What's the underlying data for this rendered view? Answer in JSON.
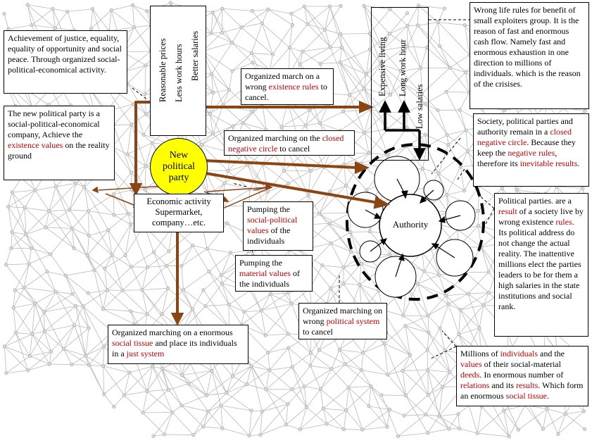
{
  "colors": {
    "arrow": "#8b4513",
    "highlight": "#cc0000",
    "party": "#ffff00",
    "network": "#b9b9b9"
  },
  "top_left_box": {
    "text": "Achievement of justice, equality, equality of opportunity and social peace. Through organized social-political-economical activity."
  },
  "new_party_box": {
    "p1": "The new political party is a social-political-economical company, Achieve the ",
    "r1": "existence values",
    "p2": " on the reality ground"
  },
  "benefits": {
    "b1": "Reasonable prices",
    "b2": "Less work hours",
    "b3": "Better salaries"
  },
  "march_rules": {
    "p1": "Organized march on a wrong ",
    "r1": "existence rules",
    "p2": " to cancel."
  },
  "march_circle": {
    "p1": "Organized marching on the ",
    "r1": "closed negative circle",
    "p2": " to cancel"
  },
  "party_circle": {
    "label": "New political party"
  },
  "economic_box": {
    "line1": "Economic activity",
    "line2": "Supermarket,",
    "line3": "company…etc."
  },
  "pump_social": {
    "p1": "Pumping the ",
    "r1": "social-political values",
    "p2": " of the individuals"
  },
  "pump_material": {
    "p1": "Pumping the ",
    "r1": "material values",
    "p2": " of the individuals"
  },
  "costs": {
    "c1": "Expensive living",
    "c2": "Long work hour",
    "c3": "Low  salaries"
  },
  "wrong_rules_box": {
    "text": "Wrong life rules for benefit of small exploiters group. It is the reason of fast and enormous cash flow. Namely fast and enormous exhaustion in one direction to millions of individuals. which is the reason of the crisises."
  },
  "society_box": {
    "p1": "Society, political parties and authority remain in a ",
    "r1": "closed negative circle",
    "p2": ". Because they keep the ",
    "r2": "negative rules",
    "p3": ", therefore its ",
    "r3": "inevitable results",
    "p4": "."
  },
  "authority": {
    "label": "Authority"
  },
  "parties_box": {
    "p1": "Political parties. are a ",
    "r1": "result",
    "p2": " of a society live by wrong existence ",
    "r2": "rules",
    "p3": ". Its political address do not change the actual reality. The inattentive millions elect the parties leaders to be for them a high salaries in the state institutions and social rank."
  },
  "political_system_box": {
    "p1": "Organized marching on wrong ",
    "r1": "political system",
    "p2": " to cancel"
  },
  "social_tissue_box": {
    "p1": "Organized marching on a enormous ",
    "r1": "social tissue",
    "p2": " and place its individuals in a ",
    "r2": "just system"
  },
  "millions_box": {
    "p1": "Millions of ",
    "r1": "individuals",
    "p2": " and the ",
    "r2": "values",
    "p3": " of their social-material ",
    "r3": "deeds",
    "p4": ". In enormous number of ",
    "r4": "relations",
    "p5": " and its ",
    "r5": "results",
    "p6": ". Which form an enormous ",
    "r6": "social tissue",
    "p7": "."
  }
}
